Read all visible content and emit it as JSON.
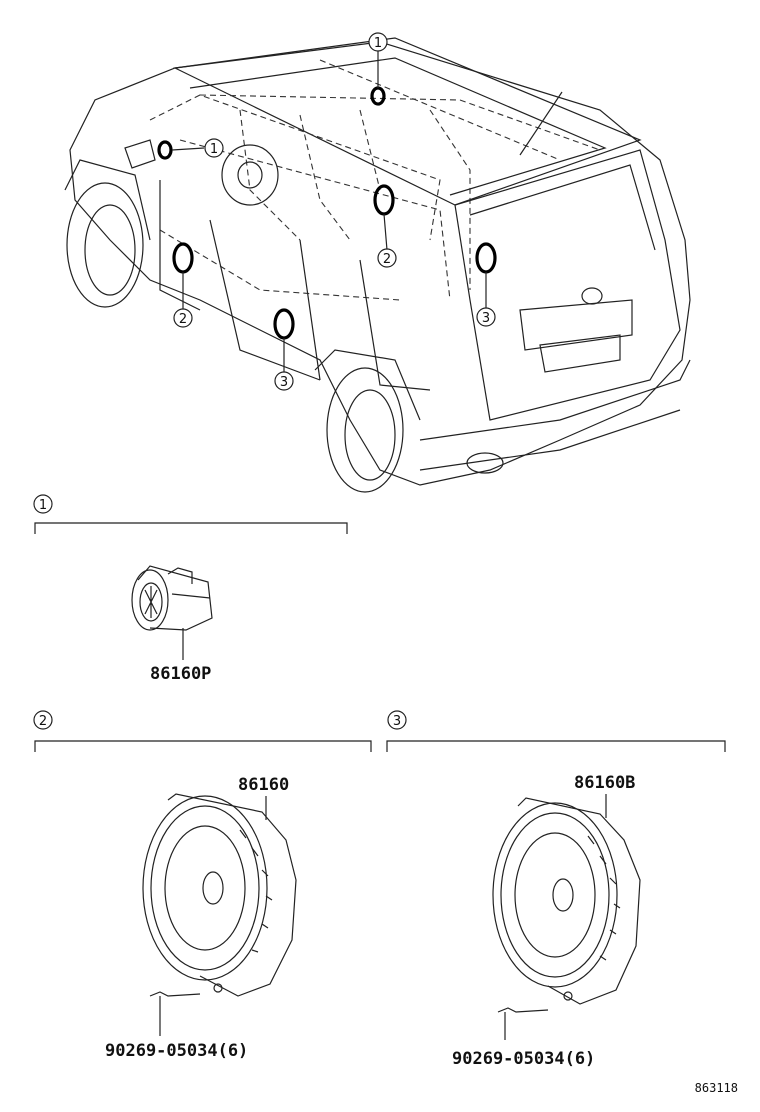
{
  "callouts": {
    "c1": "1",
    "c2": "2",
    "c3": "3"
  },
  "sections": {
    "s1": {
      "number": "1",
      "part": "86160P"
    },
    "s2": {
      "number": "2",
      "part": "86160",
      "bolt": "90269-05034(6)"
    },
    "s3": {
      "number": "3",
      "part": "86160B",
      "bolt": "90269-05034(6)"
    }
  },
  "footer": {
    "code": "863118"
  }
}
